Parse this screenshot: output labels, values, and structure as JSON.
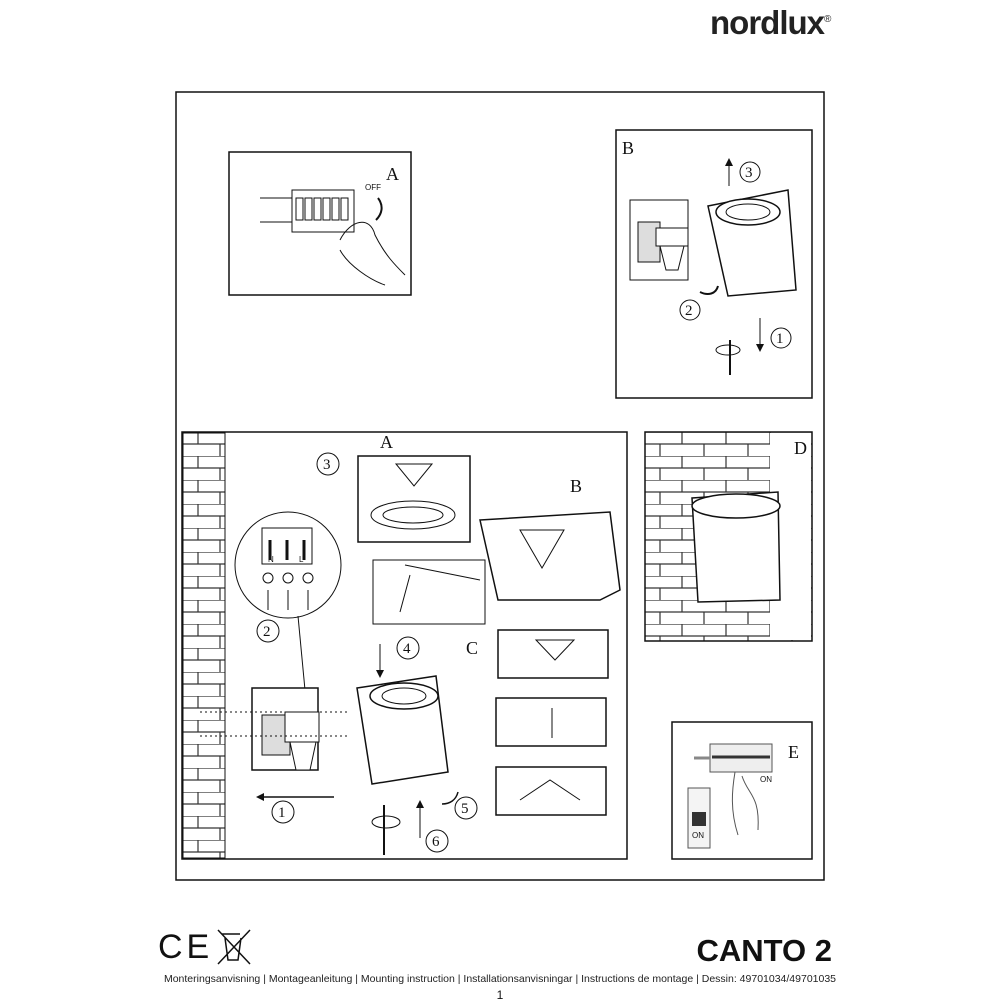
{
  "brand": {
    "name": "nordlux",
    "mark": "®"
  },
  "panels": {
    "a": {
      "label": "A",
      "off": "OFF"
    },
    "b": {
      "label": "B",
      "steps": [
        "1",
        "2",
        "3"
      ]
    },
    "main": {
      "sub_labels": [
        "A",
        "B",
        "C"
      ],
      "steps": [
        "1",
        "2",
        "3",
        "4",
        "5",
        "6"
      ],
      "terminals": [
        "N",
        "L"
      ]
    },
    "d": {
      "label": "D"
    },
    "e": {
      "label": "E",
      "on": "ON"
    }
  },
  "footer": {
    "certs": "CE",
    "product": "CANTO 2",
    "languages": "Monteringsanvisning | Montageanleitung | Mounting instruction | Installationsanvisningar | Instructions de montage | Dessin: 49701034/49701035",
    "page": "1"
  }
}
